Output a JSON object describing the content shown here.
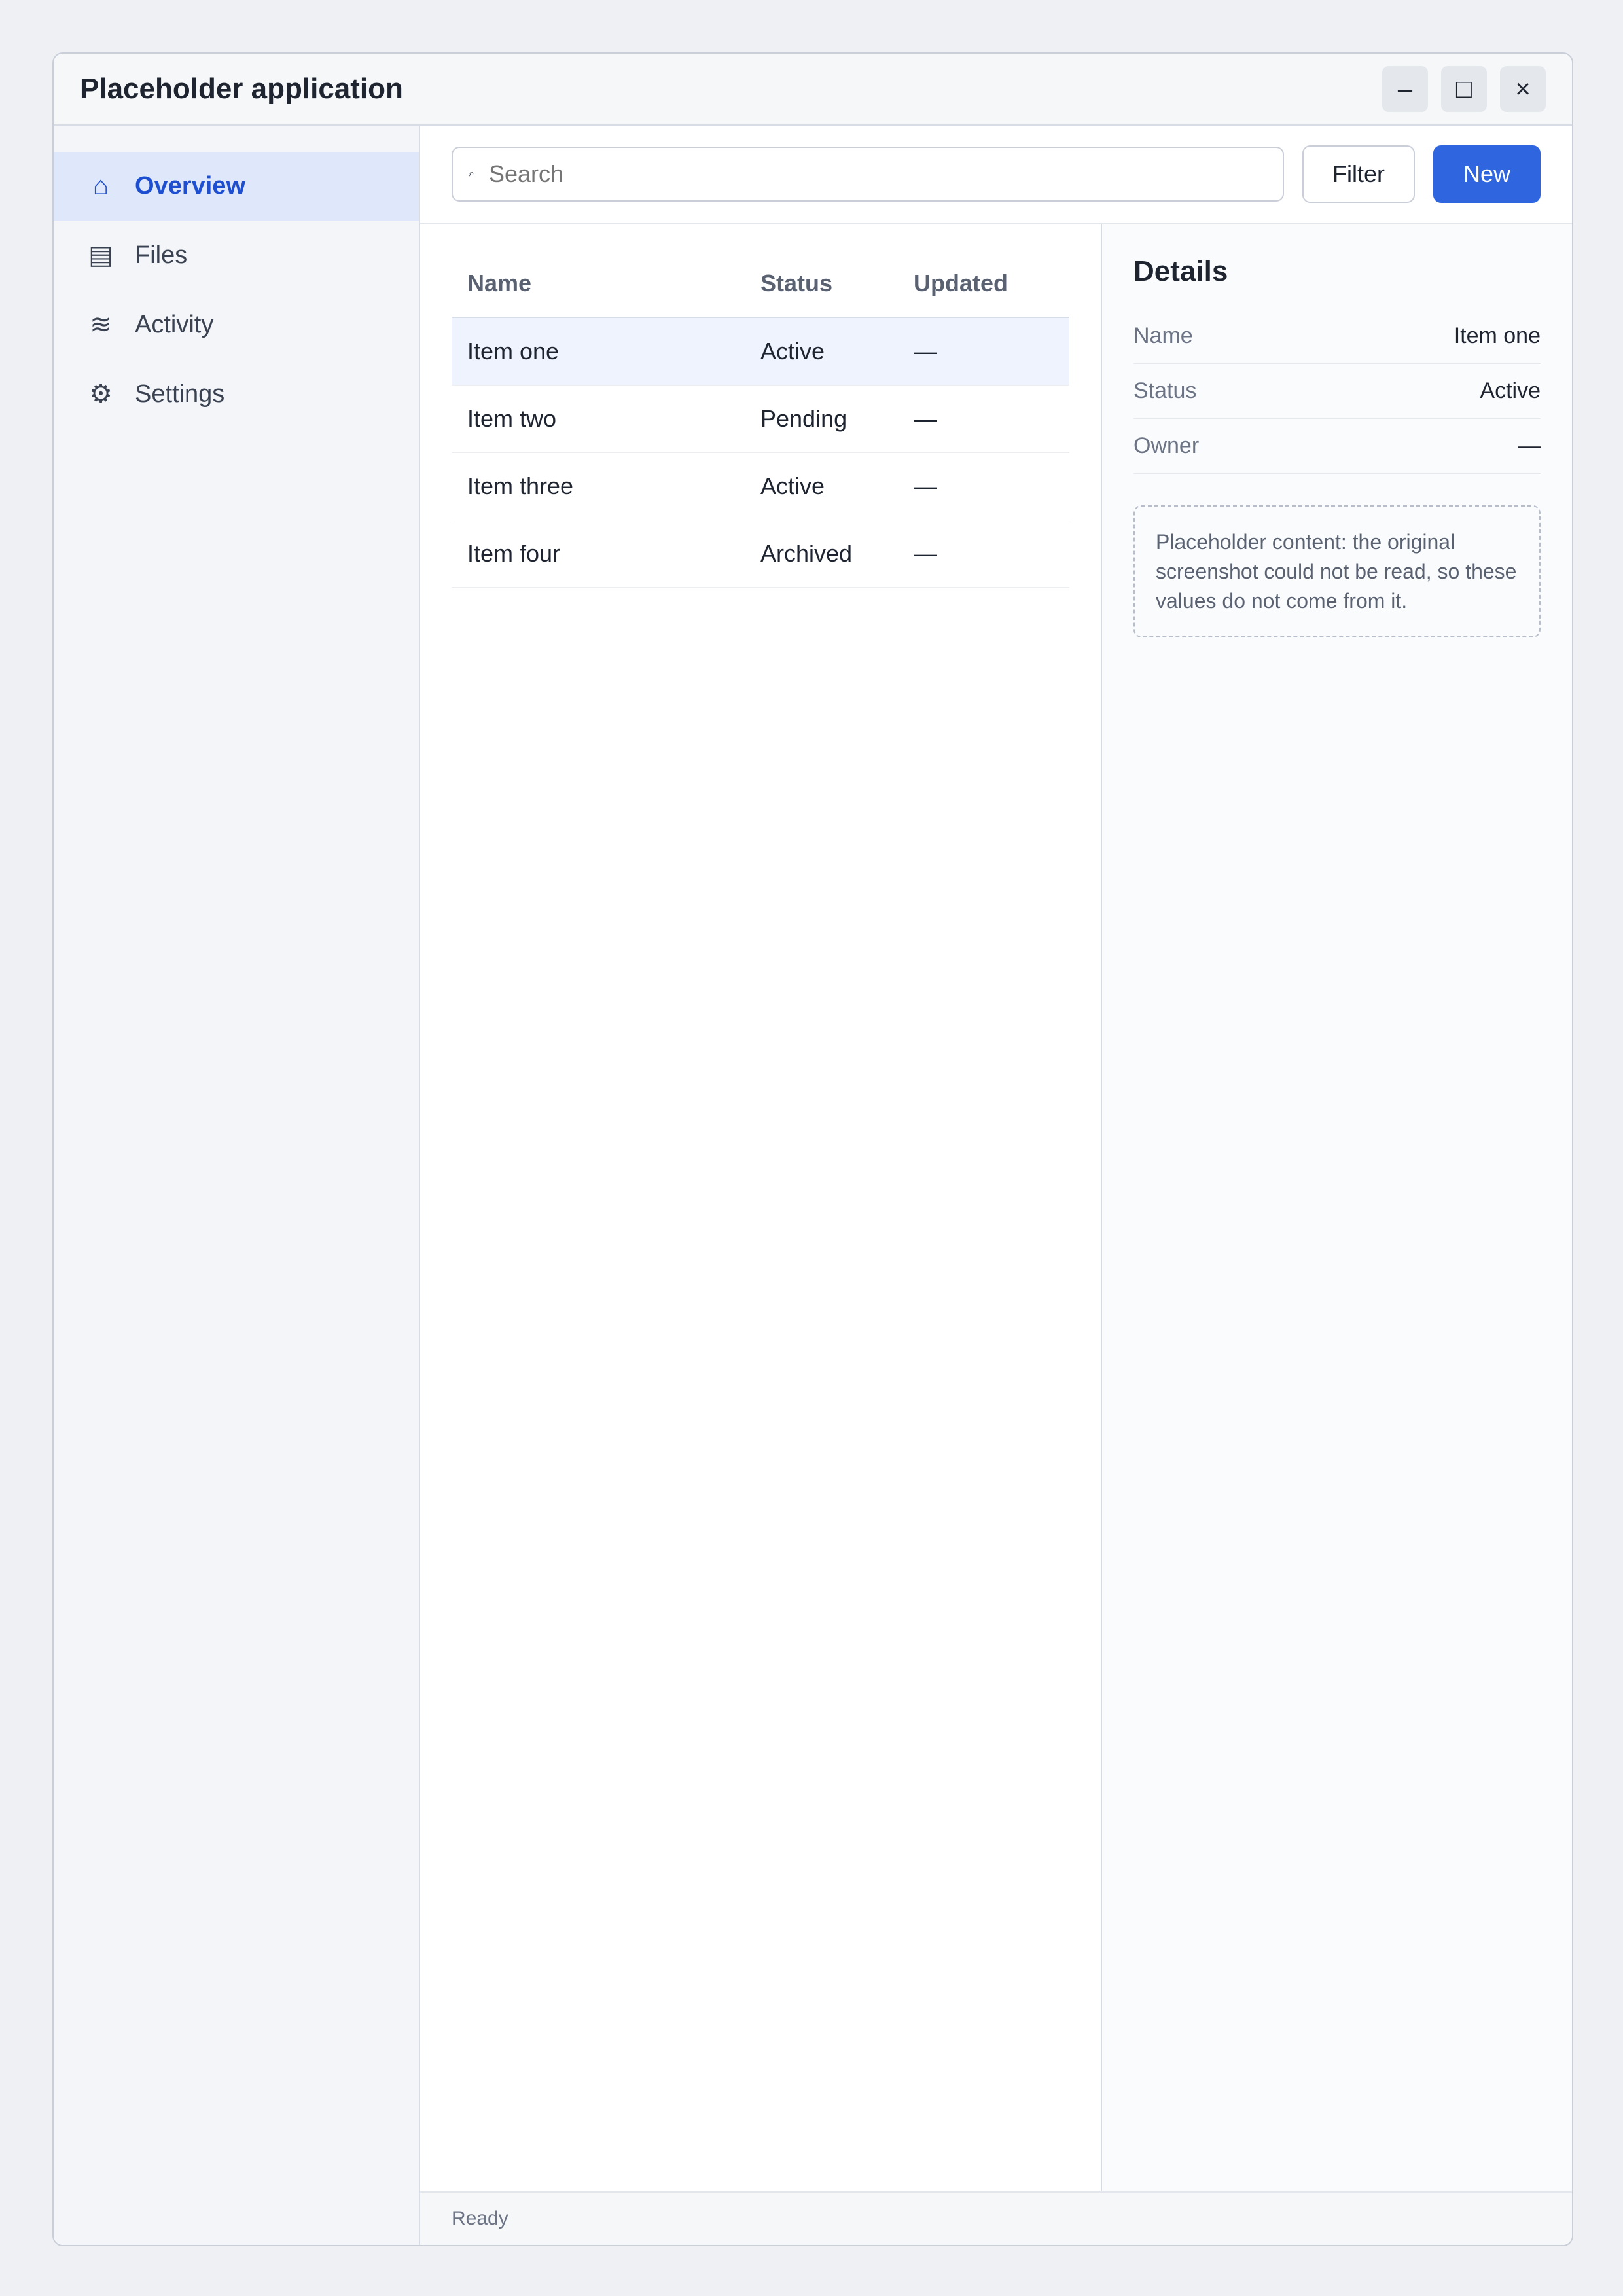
{
  "window": {
    "title": "Placeholder application"
  },
  "sidebar": {
    "items": [
      {
        "label": "Overview",
        "icon": "home-icon",
        "glyph": "⌂"
      },
      {
        "label": "Files",
        "icon": "folder-icon",
        "glyph": "▤"
      },
      {
        "label": "Activity",
        "icon": "activity-icon",
        "glyph": "≋"
      },
      {
        "label": "Settings",
        "icon": "gear-icon",
        "glyph": "⚙"
      }
    ]
  },
  "toolbar": {
    "search_placeholder": "Search",
    "secondary_label": "Filter",
    "primary_label": "New"
  },
  "list": {
    "headers": [
      "Name",
      "Status",
      "Updated"
    ],
    "rows": [
      [
        "Item one",
        "Active",
        "—"
      ],
      [
        "Item two",
        "Pending",
        "—"
      ],
      [
        "Item three",
        "Active",
        "—"
      ],
      [
        "Item four",
        "Archived",
        "—"
      ]
    ]
  },
  "details": {
    "title": "Details",
    "fields": [
      {
        "k": "Name",
        "v": "Item one"
      },
      {
        "k": "Status",
        "v": "Active"
      },
      {
        "k": "Owner",
        "v": "—"
      }
    ],
    "note": "Placeholder content: the original screenshot could not be read, so these values do not come from it."
  },
  "statusbar": {
    "text": "Ready"
  },
  "colors": {
    "accent": "#2f66e0"
  }
}
